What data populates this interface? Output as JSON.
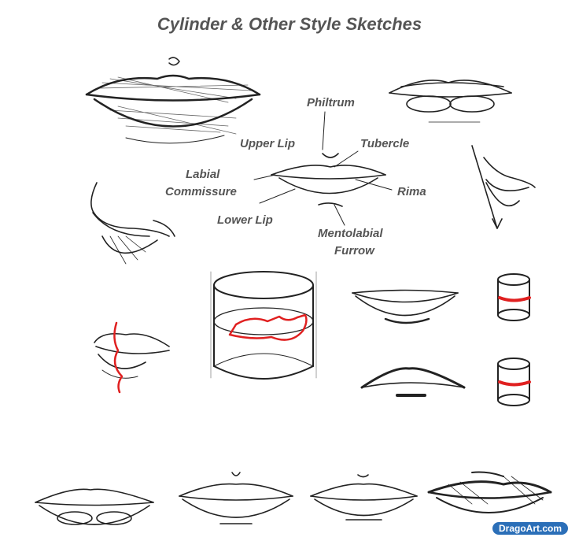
{
  "title": "Cylinder & Other Style Sketches",
  "labels": {
    "philtrum": "Philtrum",
    "upper_lip": "Upper Lip",
    "tubercle": "Tubercle",
    "labial_line1": "Labial",
    "labial_line2": "Commissure",
    "rima": "Rima",
    "lower_lip": "Lower Lip",
    "mentolabial_line1": "Mentolabial",
    "mentolabial_line2": "Furrow"
  },
  "watermark": "DragoArt.com",
  "colors": {
    "ink": "#222222",
    "label": "#555555",
    "accent": "#e02020",
    "watermark_bg": "#2b6fb8"
  }
}
